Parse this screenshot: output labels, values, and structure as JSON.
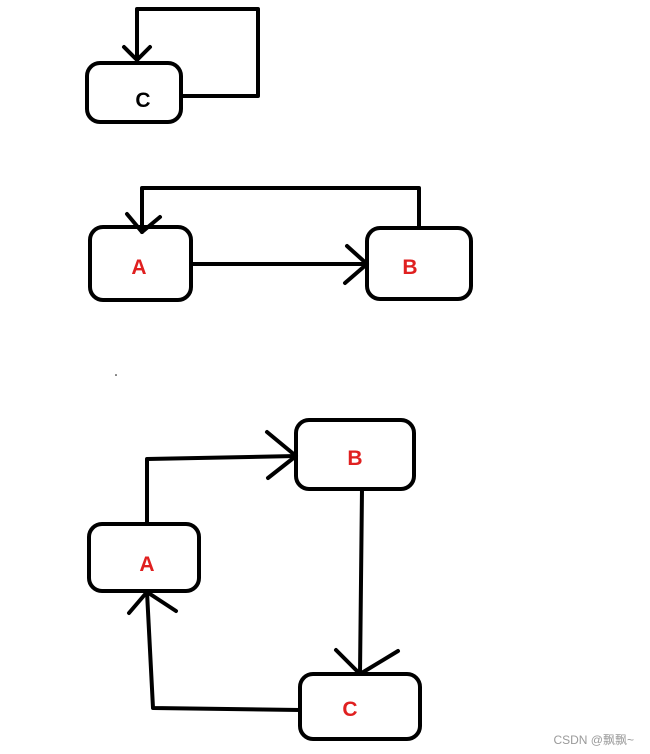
{
  "colors": {
    "stroke": "#000000",
    "label_black": "#000000",
    "label_red": "#e02020",
    "watermark": "#9a9a9a"
  },
  "diagram1": {
    "node_c": "C"
  },
  "diagram2": {
    "node_a": "A",
    "node_b": "B"
  },
  "diagram3": {
    "node_a": "A",
    "node_b": "B",
    "node_c": "C"
  },
  "watermark": "CSDN @飘飘~"
}
